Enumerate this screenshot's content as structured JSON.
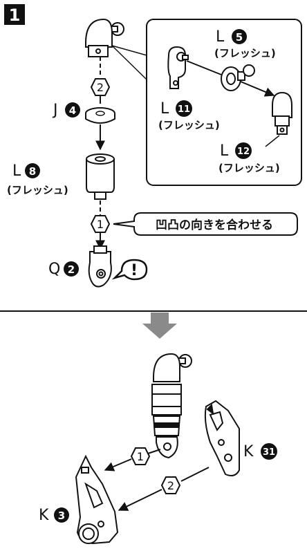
{
  "step": {
    "number": "1"
  },
  "labels": {
    "L5_letter": "L",
    "L5_num": "5",
    "L5_sub": "(フレッシュ)",
    "L11_letter": "L",
    "L11_num": "11",
    "L11_sub": "(フレッシュ)",
    "L12_letter": "L",
    "L12_num": "12",
    "L12_sub": "(フレッシュ)",
    "J4_letter": "J",
    "J4_num": "4",
    "L8_letter": "L",
    "L8_num": "8",
    "L8_sub": "(フレッシュ)",
    "Q2_letter": "Q",
    "Q2_num": "2",
    "K31_letter": "K",
    "K31_num": "31",
    "K3_letter": "K",
    "K3_num": "3"
  },
  "callouts": {
    "orientation_note": "凹凸の向きを合わせる",
    "caution_mark": "!"
  },
  "order_marks": {
    "first": "1",
    "second": "2"
  }
}
